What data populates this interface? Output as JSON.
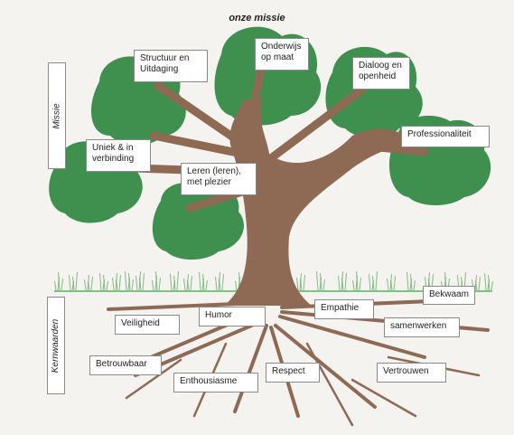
{
  "title": "onze missie",
  "sections": {
    "mission": "Missie",
    "core_values": "Kernwaarden"
  },
  "mission_items": [
    "Structuur en\nUitdaging",
    "Onderwijs\nop maat",
    "Dialoog en\nopenheid",
    "Uniek & in\nverbinding",
    "Professionaliteit",
    "Leren (leren),\nmet plezier"
  ],
  "core_values": [
    "Bekwaam",
    "Humor",
    "Empathie",
    "Veiligheid",
    "samenwerken",
    "Betrouwbaar",
    "Respect",
    "Vertrouwen",
    "Enthousiasme"
  ],
  "colors": {
    "foliage": "#3f8f4f",
    "trunk": "#8e6a55",
    "ground_line": "#7cc47f",
    "grass": "#5fa862"
  }
}
